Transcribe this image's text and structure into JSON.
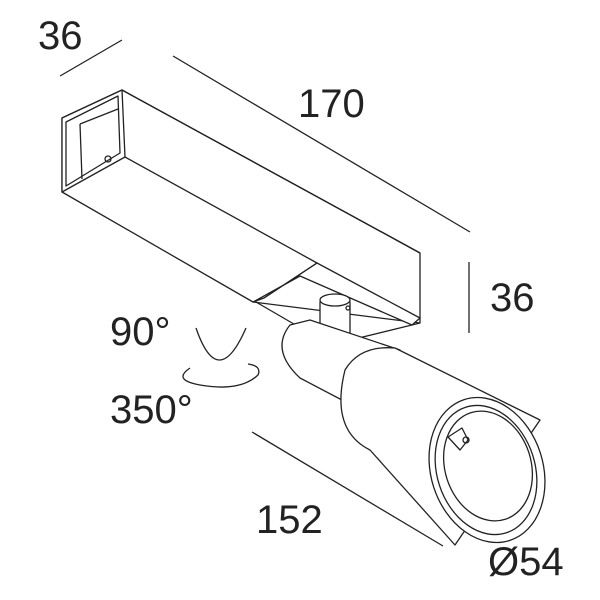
{
  "dimensions": {
    "width": "36",
    "length": "170",
    "height": "36",
    "spot_length": "152",
    "diameter": "Ø54"
  },
  "rotation": {
    "tilt": "90°",
    "pan": "350°"
  },
  "colors": {
    "line": "#222222",
    "background": "#ffffff"
  }
}
